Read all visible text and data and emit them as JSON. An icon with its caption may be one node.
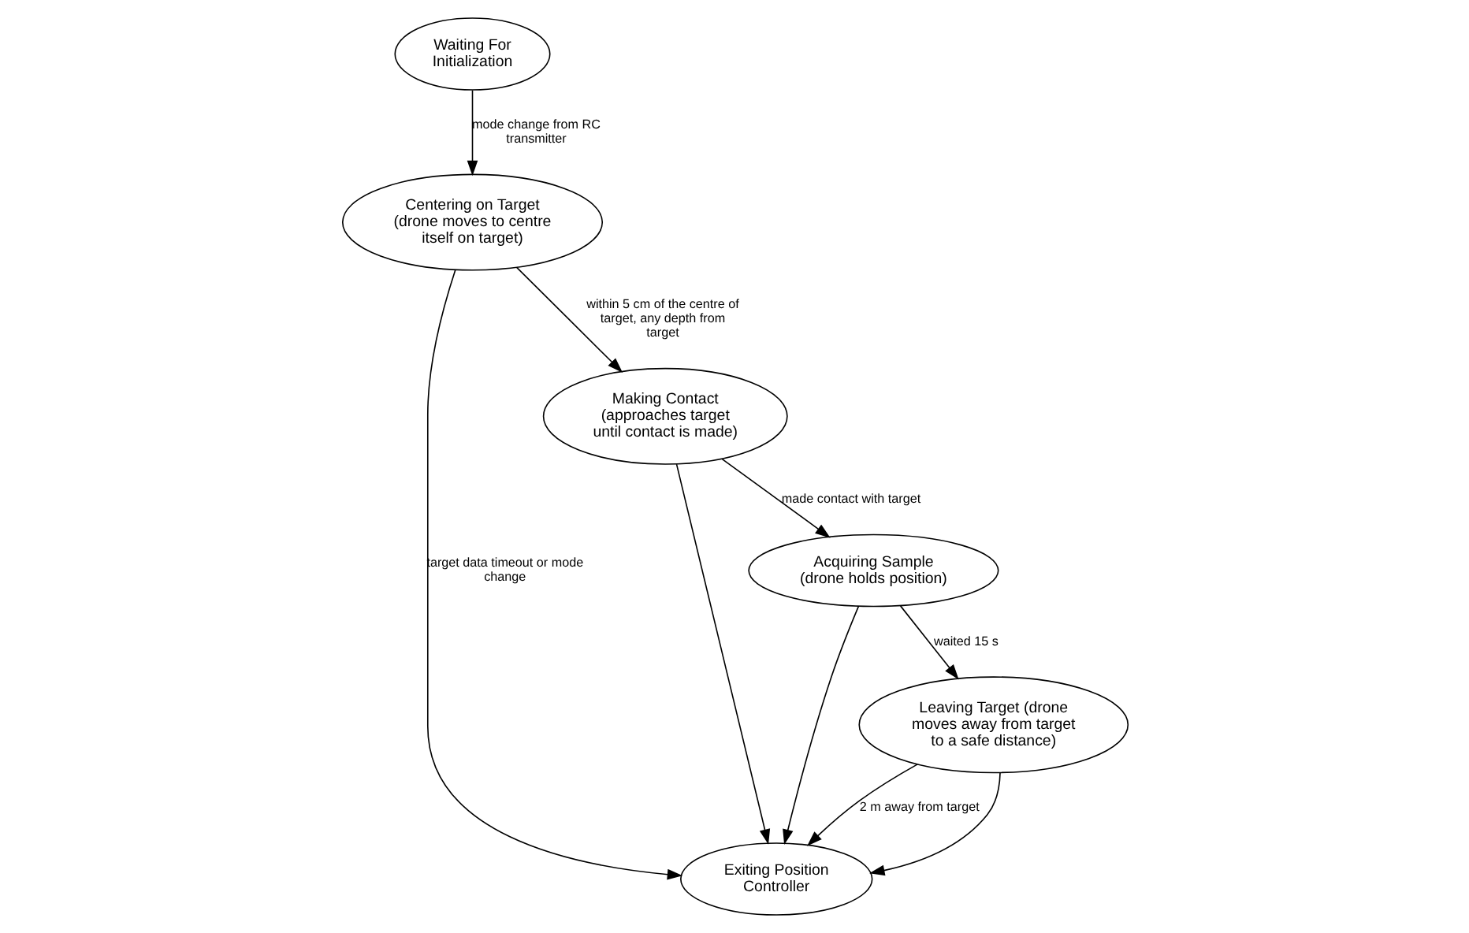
{
  "diagram": {
    "nodes": [
      {
        "text": [
          "Waiting For Initialization"
        ]
      },
      {
        "text": [
          "Centering on Target (drone moves to centre itself on target)"
        ]
      },
      {
        "text": [
          "Exiting Position Controller"
        ]
      },
      {
        "text": [
          "Leaving Target (drone moves away from target to a safe distance)"
        ]
      },
      {
        "text": [
          "Making Contact (approaches target until contact is made)"
        ]
      },
      {
        "text": [
          "Acquiring Sample (drone holds position)"
        ]
      }
    ],
    "edges": [
      {
        "from": 0,
        "to": 1,
        "arrow": "to",
        "label": "mode change from RC transmitter"
      },
      {
        "from": 1,
        "to": 4,
        "arrow": "to",
        "label": "within 5 cm of the centre of target, any depth from target"
      },
      {
        "from": 4,
        "to": 5,
        "arrow": "to",
        "label": "made contact with target"
      },
      {
        "from": 5,
        "to": 3,
        "arrow": "to",
        "label": "waited 15 s"
      },
      {
        "from": 3,
        "to": 2,
        "arrow": "to",
        "label": "2 m away from target"
      },
      {
        "from": 1,
        "to": 2,
        "arrow": "to",
        "label": "target data timeout or mode change"
      },
      {
        "from": 4,
        "to": 2,
        "arrow": "to"
      },
      {
        "from": 5,
        "to": 2,
        "arrow": "to"
      },
      {
        "from": 3,
        "to": 2,
        "arrow": "to"
      }
    ]
  }
}
